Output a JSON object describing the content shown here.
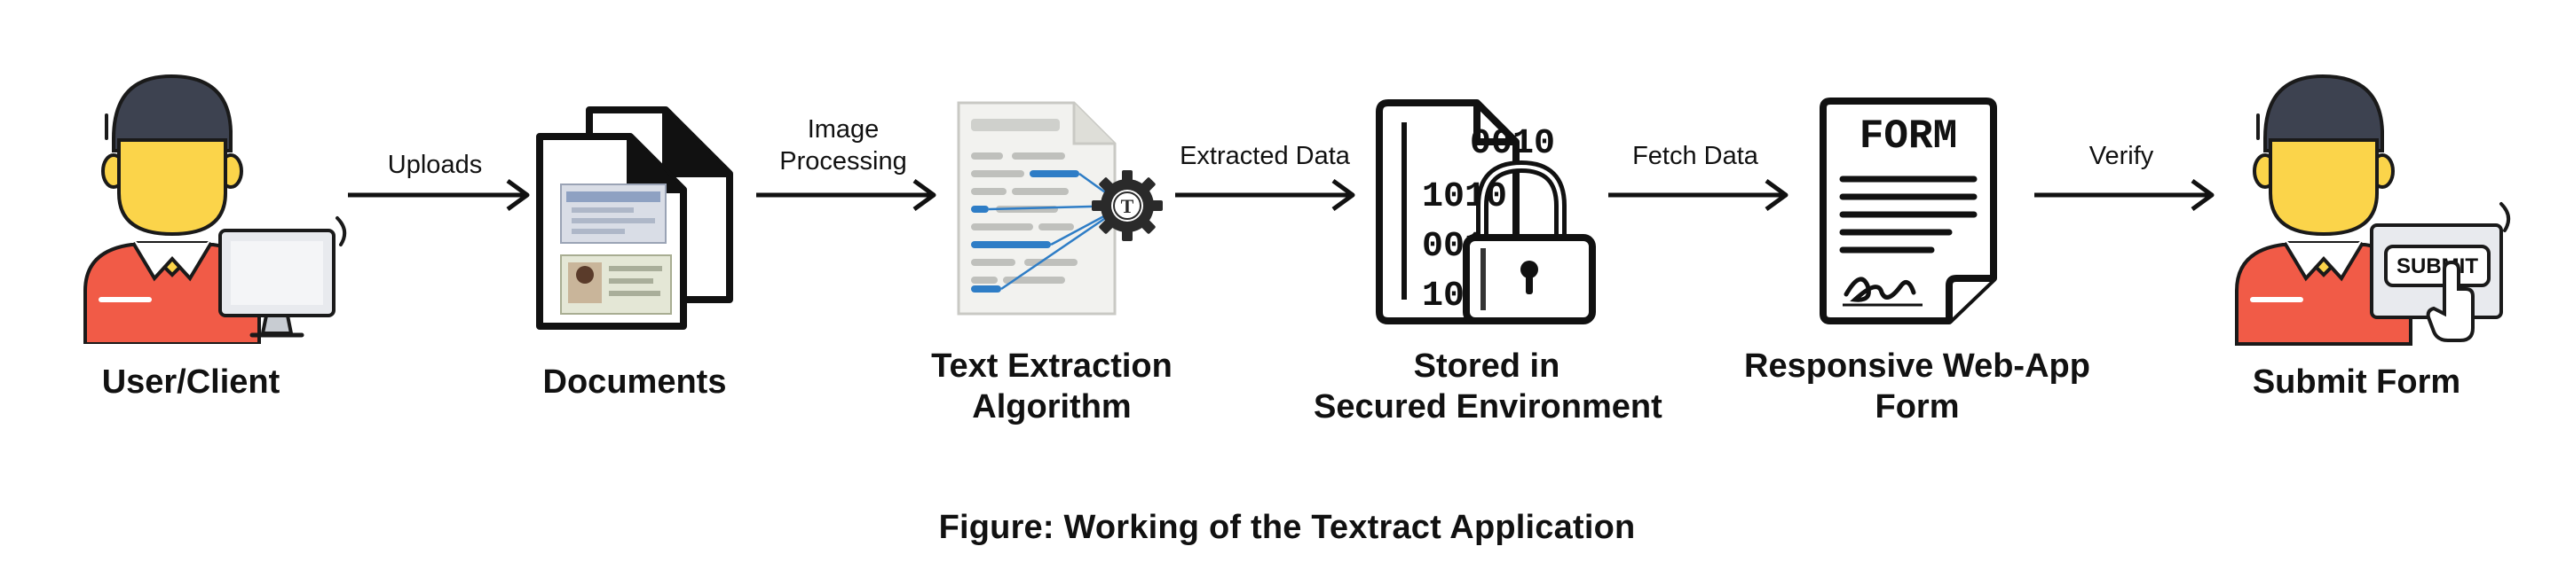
{
  "steps": [
    {
      "label_lines": [
        "User/Client"
      ],
      "icon": "user-computer-icon"
    },
    {
      "label_lines": [
        "Documents"
      ],
      "icon": "documents-icon"
    },
    {
      "label_lines": [
        "Text Extraction",
        "Algorithm"
      ],
      "icon": "text-extraction-icon"
    },
    {
      "label_lines": [
        "Stored in",
        "Secured Environment"
      ],
      "icon": "secure-storage-icon"
    },
    {
      "label_lines": [
        "Responsive Web-App",
        "Form"
      ],
      "icon": "form-icon"
    },
    {
      "label_lines": [
        "Submit Form"
      ],
      "icon": "user-submit-icon"
    }
  ],
  "arrows": [
    {
      "label_lines": [
        "Uploads"
      ]
    },
    {
      "label_lines": [
        "Image",
        "Processing"
      ]
    },
    {
      "label_lines": [
        "Extracted Data"
      ]
    },
    {
      "label_lines": [
        "Fetch Data"
      ]
    },
    {
      "label_lines": [
        "Verify"
      ]
    }
  ],
  "icon_texts": {
    "form_heading": "FORM",
    "submit_button": "SUBMIT",
    "binary_rows": [
      "0010",
      "1010",
      "001",
      "101"
    ],
    "gear_letter": "T"
  },
  "caption": "Figure: Working of the Textract Application",
  "colors": {
    "skin": "#fbd44a",
    "hair": "#3d4250",
    "shirt": "#f15b47",
    "outline": "#1a1a1a",
    "accent_blue": "#2e7dc6"
  }
}
